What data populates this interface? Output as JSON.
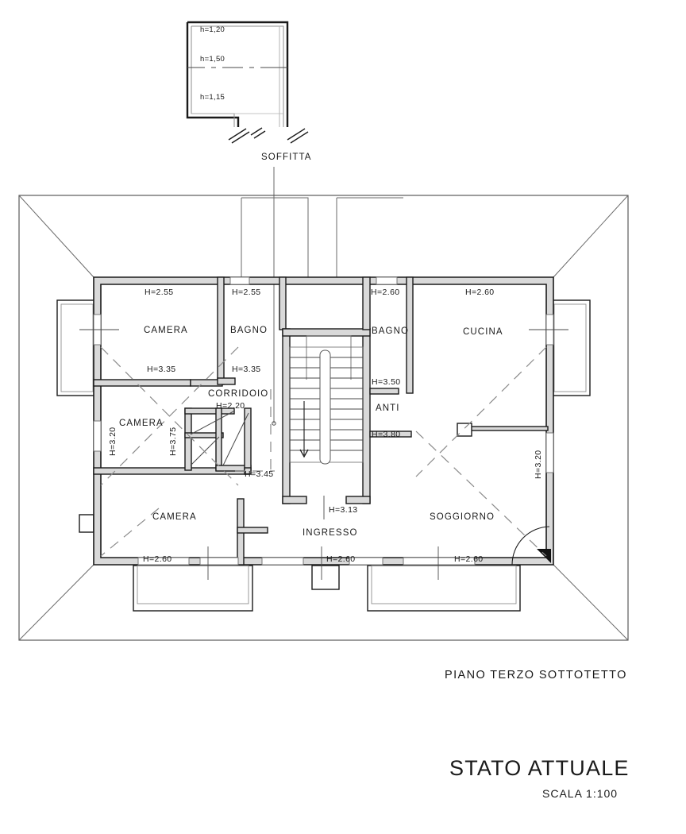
{
  "drawing": {
    "type": "architectural-floor-plan",
    "floor_caption": "PIANO TERZO SOTTOTETTO",
    "title": "STATO ATTUALE",
    "scale": "SCALA 1:100",
    "language": "it"
  },
  "soffitta_detail": {
    "label": "SOFFITTA",
    "heights": [
      {
        "text": "h=1,20"
      },
      {
        "text": "h=1,50"
      },
      {
        "text": "h=1,15"
      }
    ]
  },
  "rooms": [
    {
      "name": "CAMERA",
      "id": "camera-top-left"
    },
    {
      "name": "BAGNO",
      "id": "bagno-left"
    },
    {
      "name": "CAMERA",
      "id": "camera-mid-left"
    },
    {
      "name": "CAMERA",
      "id": "camera-bottom-left"
    },
    {
      "name": "CORRIDOIO",
      "id": "corridoio"
    },
    {
      "name": "INGRESSO",
      "id": "ingresso"
    },
    {
      "name": "BAGNO",
      "id": "bagno-right"
    },
    {
      "name": "CUCINA",
      "id": "cucina"
    },
    {
      "name": "ANTI",
      "id": "anti"
    },
    {
      "name": "SOGGIORNO",
      "id": "soggiorno"
    }
  ],
  "height_dimensions": [
    {
      "id": "h-camera-tl-top",
      "text": "H=2.55"
    },
    {
      "id": "h-bagno-l-top",
      "text": "H=2.55"
    },
    {
      "id": "h-camera-tl-bot",
      "text": "H=3.35"
    },
    {
      "id": "h-bagno-l-bot",
      "text": "H=3.35"
    },
    {
      "id": "h-corridoio",
      "text": "H=2.20"
    },
    {
      "id": "h-camera-ml-left",
      "text": "H=3.20"
    },
    {
      "id": "h-camera-ml-right",
      "text": "H=3.75"
    },
    {
      "id": "h-camera-ml-bot",
      "text": "H=3.45"
    },
    {
      "id": "h-camera-bl-bot",
      "text": "H=2.60"
    },
    {
      "id": "h-ingresso-bot",
      "text": "H=2.60"
    },
    {
      "id": "h-stair",
      "text": "H=3.13"
    },
    {
      "id": "h-bagno-r-top",
      "text": "H=2.60"
    },
    {
      "id": "h-cucina-top",
      "text": "H=2.60"
    },
    {
      "id": "h-bagno-r-bot",
      "text": "H=3.50"
    },
    {
      "id": "h-anti-bot",
      "text": "H=3.80"
    },
    {
      "id": "h-cucina-right",
      "text": "H=3.20"
    },
    {
      "id": "h-soggiorno-bot",
      "text": "H=2.60"
    }
  ],
  "colors": {
    "ink": "#1a1a1a",
    "wall_fill": "#d9d9d9",
    "thin_line": "#5a5a5a",
    "paper": "#ffffff"
  }
}
